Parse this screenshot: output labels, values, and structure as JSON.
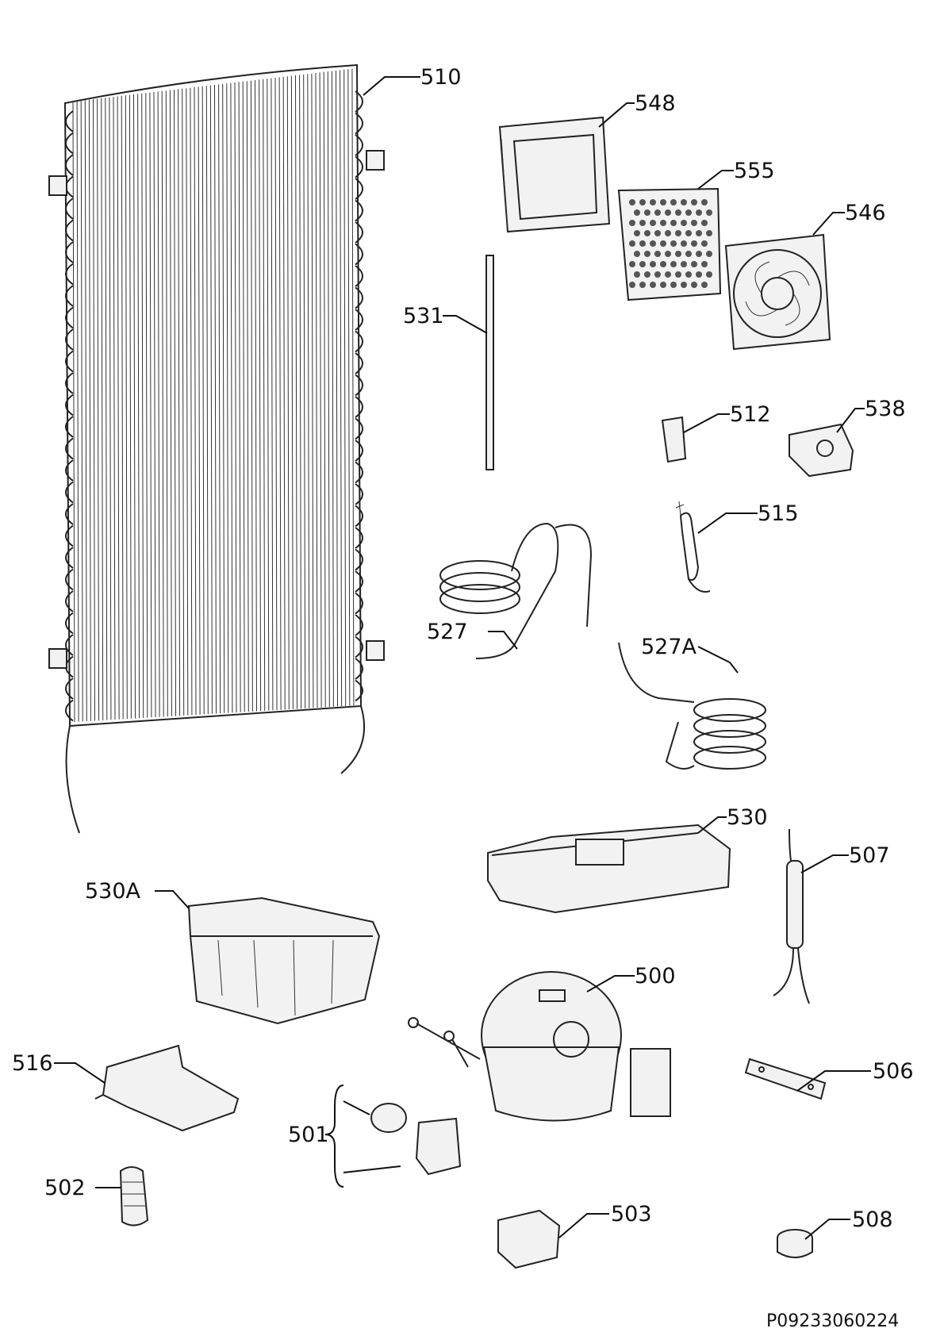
{
  "diagram": {
    "drawing_code": "P09233060224",
    "parts": [
      {
        "id": "p510",
        "label": "510"
      },
      {
        "id": "p548",
        "label": "548"
      },
      {
        "id": "p555",
        "label": "555"
      },
      {
        "id": "p546",
        "label": "546"
      },
      {
        "id": "p531",
        "label": "531"
      },
      {
        "id": "p512",
        "label": "512"
      },
      {
        "id": "p538",
        "label": "538"
      },
      {
        "id": "p515",
        "label": "515"
      },
      {
        "id": "p527",
        "label": "527"
      },
      {
        "id": "p527A",
        "label": "527A"
      },
      {
        "id": "p530",
        "label": "530"
      },
      {
        "id": "p507",
        "label": "507"
      },
      {
        "id": "p530A",
        "label": "530A"
      },
      {
        "id": "p500",
        "label": "500"
      },
      {
        "id": "p516",
        "label": "516"
      },
      {
        "id": "p501",
        "label": "501"
      },
      {
        "id": "p506",
        "label": "506"
      },
      {
        "id": "p502",
        "label": "502"
      },
      {
        "id": "p503",
        "label": "503"
      },
      {
        "id": "p508",
        "label": "508"
      }
    ]
  }
}
